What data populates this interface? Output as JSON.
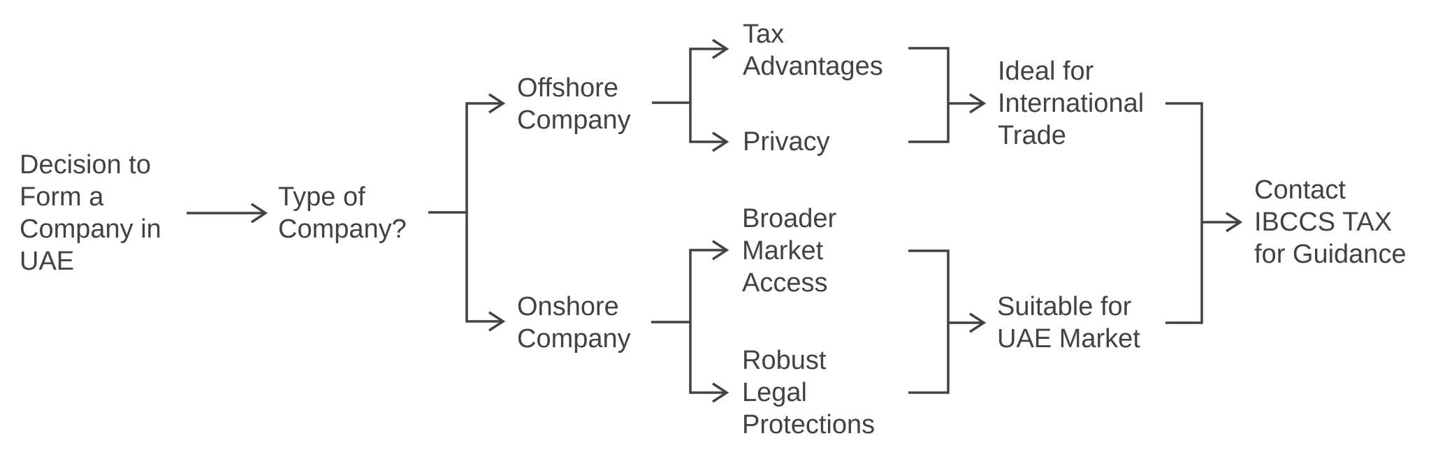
{
  "diagram": {
    "type": "flowchart",
    "direction": "left-to-right",
    "nodes": [
      {
        "id": "decision",
        "label": "Decision to Form a Company in UAE",
        "lines": [
          "Decision to",
          "Form a",
          "Company in",
          "UAE"
        ]
      },
      {
        "id": "type",
        "label": "Type of Company?",
        "lines": [
          "Type of",
          "Company?"
        ]
      },
      {
        "id": "offshore",
        "label": "Offshore Company",
        "lines": [
          "Offshore",
          "Company"
        ]
      },
      {
        "id": "onshore",
        "label": "Onshore Company",
        "lines": [
          "Onshore",
          "Company"
        ]
      },
      {
        "id": "tax",
        "label": "Tax Advantages",
        "lines": [
          "Tax",
          "Advantages"
        ]
      },
      {
        "id": "privacy",
        "label": "Privacy",
        "lines": [
          "Privacy"
        ]
      },
      {
        "id": "broader",
        "label": "Broader Market Access",
        "lines": [
          "Broader",
          "Market",
          "Access"
        ]
      },
      {
        "id": "robust",
        "label": "Robust Legal Protections",
        "lines": [
          "Robust",
          "Legal",
          "Protections"
        ]
      },
      {
        "id": "ideal",
        "label": "Ideal for International Trade",
        "lines": [
          "Ideal for",
          "International",
          "Trade"
        ]
      },
      {
        "id": "suitable",
        "label": "Suitable for UAE Market",
        "lines": [
          "Suitable for",
          "UAE Market"
        ]
      },
      {
        "id": "contact",
        "label": "Contact IBCCS TAX for Guidance",
        "lines": [
          "Contact",
          "IBCCS TAX",
          "for Guidance"
        ]
      }
    ],
    "edges": [
      {
        "from": "decision",
        "to": "type"
      },
      {
        "from": "type",
        "to": "offshore"
      },
      {
        "from": "type",
        "to": "onshore"
      },
      {
        "from": "offshore",
        "to": "tax"
      },
      {
        "from": "offshore",
        "to": "privacy"
      },
      {
        "from": "tax",
        "to": "ideal"
      },
      {
        "from": "privacy",
        "to": "ideal"
      },
      {
        "from": "onshore",
        "to": "broader"
      },
      {
        "from": "onshore",
        "to": "robust"
      },
      {
        "from": "broader",
        "to": "suitable"
      },
      {
        "from": "robust",
        "to": "suitable"
      },
      {
        "from": "ideal",
        "to": "contact"
      },
      {
        "from": "suitable",
        "to": "contact"
      }
    ]
  },
  "colors": {
    "line": "#424242",
    "text": "#424242",
    "background": "#ffffff"
  }
}
